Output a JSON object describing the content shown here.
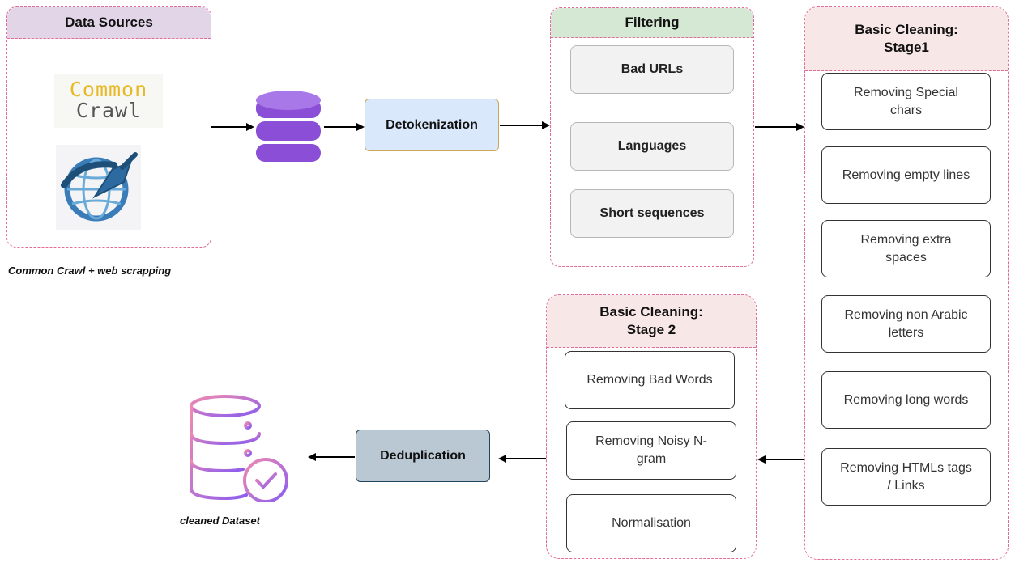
{
  "data_sources": {
    "title": "Data Sources",
    "common_crawl_logo": {
      "line1": "Common",
      "line2": "Crawl"
    },
    "caption": "Common Crawl +  web scrapping"
  },
  "detokenization": {
    "label": "Detokenization"
  },
  "filtering": {
    "title": "Filtering",
    "items": [
      "Bad URLs",
      "Languages",
      "Short sequences"
    ]
  },
  "stage1": {
    "title_line1": "Basic Cleaning:",
    "title_line2": "Stage1",
    "items": [
      [
        "Removing Special",
        "chars"
      ],
      [
        "Removing empty lines"
      ],
      [
        "Removing extra",
        "spaces"
      ],
      [
        "Removing non Arabic",
        "letters"
      ],
      [
        "Removing long words"
      ],
      [
        "Removing HTMLs tags",
        "/ Links"
      ]
    ]
  },
  "stage2": {
    "title_line1": "Basic Cleaning:",
    "title_line2": "Stage 2",
    "items": [
      [
        "Removing Bad Words"
      ],
      [
        "Removing Noisy N-",
        "gram"
      ],
      [
        "Normalisation"
      ]
    ]
  },
  "deduplication": {
    "label": "Deduplication"
  },
  "output": {
    "caption": "cleaned Dataset"
  },
  "colors": {
    "data_sources_header": "#e1d5e7",
    "filtering_header": "#d5e8d4",
    "stage_header": "#f8e7e7",
    "detokenization_fill": "#dae8fc",
    "deduplication_fill": "#bac8d3",
    "database_purple": "#8a4fd6",
    "logo_yellow": "#e8b825",
    "logo_grey": "#555555",
    "output_gradient_start": "#f08bb0",
    "output_gradient_end": "#8a5cf0"
  }
}
